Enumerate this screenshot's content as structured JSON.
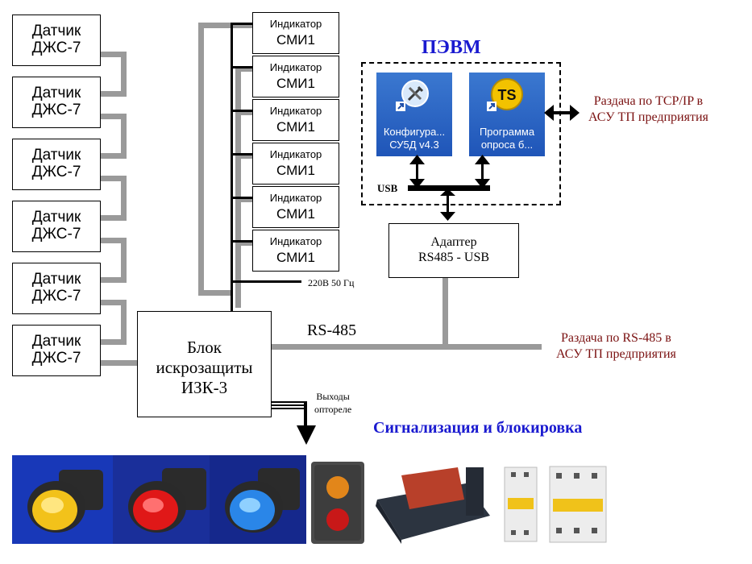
{
  "sensors": [
    {
      "line1": "Датчик",
      "line2": "ДЖС-7"
    },
    {
      "line1": "Датчик",
      "line2": "ДЖС-7"
    },
    {
      "line1": "Датчик",
      "line2": "ДЖС-7"
    },
    {
      "line1": "Датчик",
      "line2": "ДЖС-7"
    },
    {
      "line1": "Датчик",
      "line2": "ДЖС-7"
    },
    {
      "line1": "Датчик",
      "line2": "ДЖС-7"
    }
  ],
  "indicators": [
    {
      "line1": "Индикатор",
      "line2": "СМИ1"
    },
    {
      "line1": "Индикатор",
      "line2": "СМИ1"
    },
    {
      "line1": "Индикатор",
      "line2": "СМИ1"
    },
    {
      "line1": "Индикатор",
      "line2": "СМИ1"
    },
    {
      "line1": "Индикатор",
      "line2": "СМИ1"
    },
    {
      "line1": "Индикатор",
      "line2": "СМИ1"
    }
  ],
  "power_label": "220В 50 Гц",
  "barrier": {
    "line1": "Блок",
    "line2": "искрозащиты",
    "line3": "ИЗК-3"
  },
  "bus_label": "RS-485",
  "outputs_label": {
    "line1": "Выходы",
    "line2": "оптореле"
  },
  "pc": {
    "title": "ПЭВМ",
    "usb_label": "USB",
    "app1": {
      "line1": "Конфигура...",
      "line2": "СУ5Д v4.3"
    },
    "app2": {
      "line1": "Программа",
      "line2": "опроса б..."
    }
  },
  "adapter": {
    "line1": "Адаптер",
    "line2": "RS485 - USB"
  },
  "tcp_label": {
    "line1": "Раздача по TCP/IP в",
    "line2": "АСУ ТП предприятия"
  },
  "rs485_out_label": {
    "line1": "Раздача по RS-485 в",
    "line2": "АСУ ТП предприятия"
  },
  "signal_title": "Сигнализация и блокировка",
  "colors": {
    "title_blue": "#1a1ad0",
    "label_red": "#7a1010",
    "wire_gray": "#9a9a9a"
  }
}
